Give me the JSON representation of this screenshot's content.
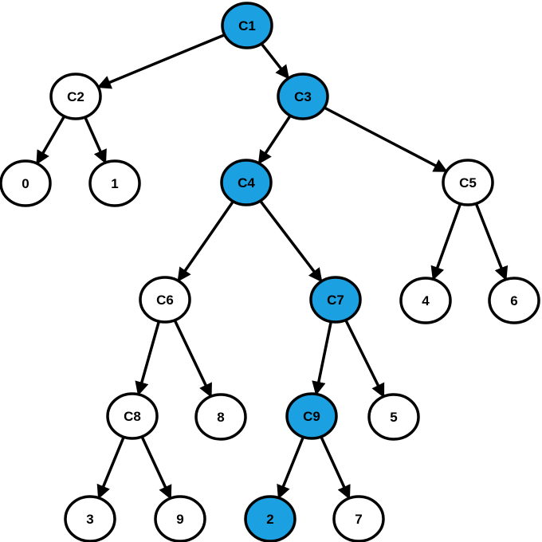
{
  "diagram": {
    "type": "tree",
    "highlight_color": "#1ba1e2",
    "default_color": "#ffffff",
    "outline_color": "#000000",
    "nodes": [
      {
        "id": "C1",
        "label": "C1",
        "highlighted": true
      },
      {
        "id": "C2",
        "label": "C2",
        "highlighted": false
      },
      {
        "id": "C3",
        "label": "C3",
        "highlighted": true
      },
      {
        "id": "L0",
        "label": "0",
        "highlighted": false
      },
      {
        "id": "L1",
        "label": "1",
        "highlighted": false
      },
      {
        "id": "C4",
        "label": "C4",
        "highlighted": true
      },
      {
        "id": "C5",
        "label": "C5",
        "highlighted": false
      },
      {
        "id": "C6",
        "label": "C6",
        "highlighted": false
      },
      {
        "id": "C7",
        "label": "C7",
        "highlighted": true
      },
      {
        "id": "L4",
        "label": "4",
        "highlighted": false
      },
      {
        "id": "L6",
        "label": "6",
        "highlighted": false
      },
      {
        "id": "C8",
        "label": "C8",
        "highlighted": false
      },
      {
        "id": "L8",
        "label": "8",
        "highlighted": false
      },
      {
        "id": "C9",
        "label": "C9",
        "highlighted": true
      },
      {
        "id": "L5",
        "label": "5",
        "highlighted": false
      },
      {
        "id": "L3",
        "label": "3",
        "highlighted": false
      },
      {
        "id": "L9",
        "label": "9",
        "highlighted": false
      },
      {
        "id": "L2",
        "label": "2",
        "highlighted": true
      },
      {
        "id": "L7",
        "label": "7",
        "highlighted": false
      }
    ],
    "edges": [
      {
        "from": "C1",
        "to": "C2"
      },
      {
        "from": "C1",
        "to": "C3"
      },
      {
        "from": "C2",
        "to": "L0"
      },
      {
        "from": "C2",
        "to": "L1"
      },
      {
        "from": "C3",
        "to": "C4"
      },
      {
        "from": "C3",
        "to": "C5"
      },
      {
        "from": "C4",
        "to": "C6"
      },
      {
        "from": "C4",
        "to": "C7"
      },
      {
        "from": "C5",
        "to": "L4"
      },
      {
        "from": "C5",
        "to": "L6"
      },
      {
        "from": "C6",
        "to": "C8"
      },
      {
        "from": "C6",
        "to": "L8"
      },
      {
        "from": "C7",
        "to": "C9"
      },
      {
        "from": "C7",
        "to": "L5"
      },
      {
        "from": "C8",
        "to": "L3"
      },
      {
        "from": "C8",
        "to": "L9"
      },
      {
        "from": "C9",
        "to": "L2"
      },
      {
        "from": "C9",
        "to": "L7"
      }
    ]
  }
}
